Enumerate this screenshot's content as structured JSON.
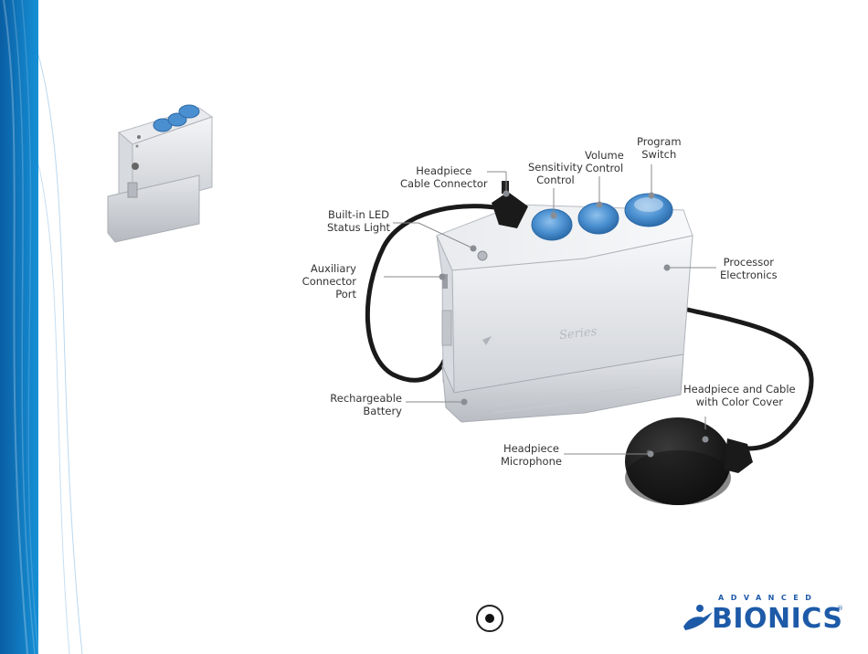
{
  "callouts": {
    "headpiece_cable_connector": "Headpiece\nCable Connector",
    "sensitivity_control": "Sensitivity\nControl",
    "volume_control": "Volume\nControl",
    "program_switch": "Program\nSwitch",
    "builtin_led": "Built-in LED\nStatus Light",
    "auxiliary_port": "Auxiliary\nConnector\nPort",
    "processor_electronics": "Processor\nElectronics",
    "rechargeable_battery": "Rechargeable\nBattery",
    "headpiece_cable_cover": "Headpiece and Cable\nwith Color Cover",
    "headpiece_microphone": "Headpiece\nMicrophone"
  },
  "device": {
    "series_text": "Series"
  },
  "logo": {
    "top": "ADVANCED",
    "main": "BIONICS",
    "tm": "®"
  },
  "colors": {
    "accent": "#1d5aa8",
    "band": "#0e6fb2",
    "knob": "#4a8fd0"
  }
}
